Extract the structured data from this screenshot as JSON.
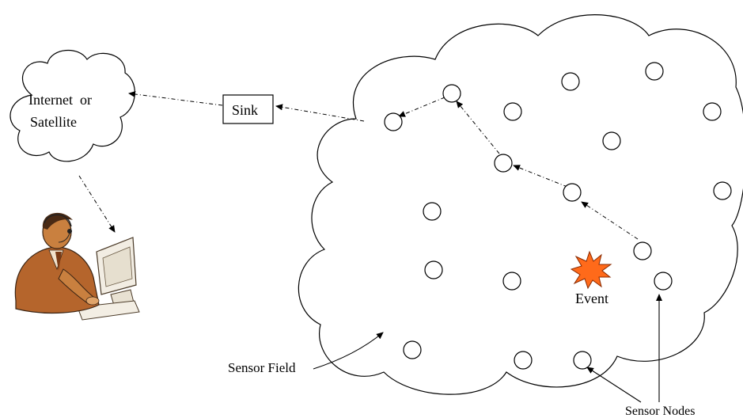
{
  "labels": {
    "internet_line1": "Internet  or",
    "internet_line2": "Satellite",
    "sink": "Sink",
    "event": "Event",
    "sensor_field": "Sensor Field",
    "sensor_nodes": "Sensor Nodes"
  },
  "colors": {
    "event_burst": "#ff6a1a",
    "person_skin": "#c9803f",
    "person_suit": "#b5652c"
  },
  "icons": {
    "user": "person-at-computer-icon",
    "event": "explosion-burst-icon"
  }
}
